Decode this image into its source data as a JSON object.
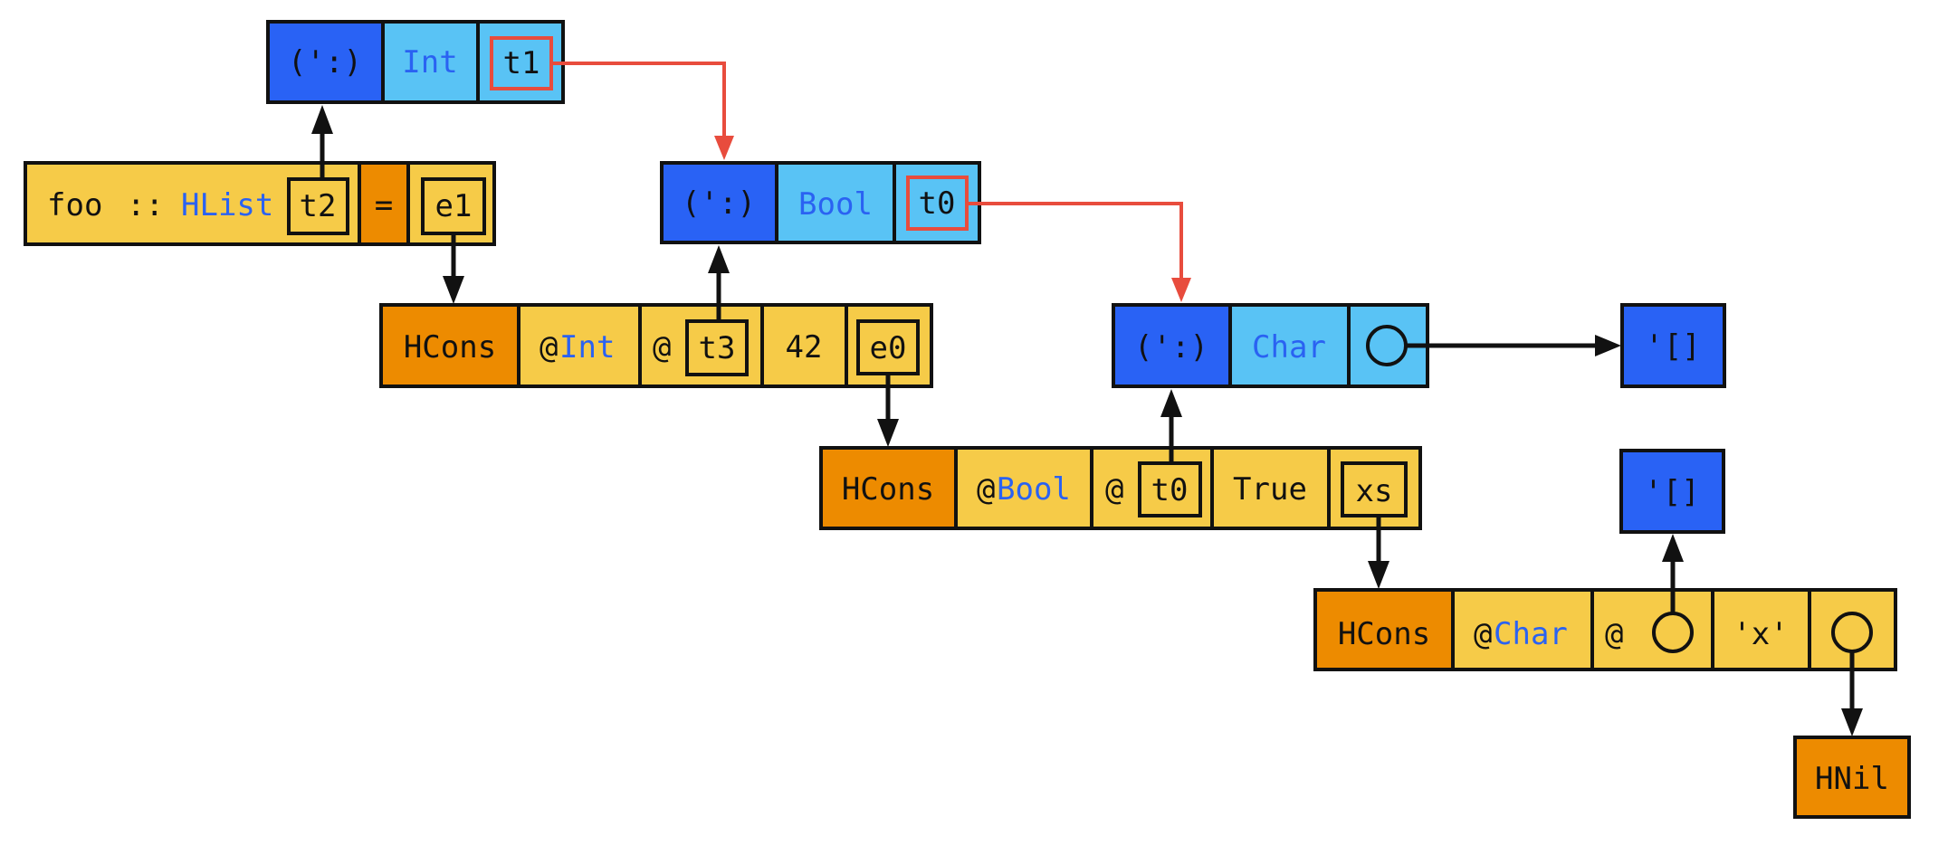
{
  "colors": {
    "constructor_blue": "#2962f5",
    "type_light_blue": "#59c3f5",
    "value_yellow": "#f6cb48",
    "hcons_orange": "#ed8b00",
    "type_name_blue": "#2a62f2",
    "type_var_link_red": "#e84c3d",
    "border_black": "#111111"
  },
  "nodes": {
    "top_cons": {
      "ctor": "(':)",
      "type": "Int",
      "var": "t1"
    },
    "foo_decl": {
      "name": "foo",
      "sep": "::",
      "type": "HList",
      "var": "t2",
      "eq": "=",
      "expr": "e1"
    },
    "bool_cons": {
      "ctor": "(':)",
      "type": "Bool",
      "var": "t0"
    },
    "hcons1": {
      "ctor": "HCons",
      "at_type_prefix": "@",
      "at_type": "Int",
      "at_var_prefix": "@",
      "at_var": "t3",
      "value": "42",
      "tail": "e0"
    },
    "char_cons": {
      "ctor": "(':)",
      "type": "Char"
    },
    "nil1": {
      "label": "'[]"
    },
    "hcons2": {
      "ctor": "HCons",
      "at_type_prefix": "@",
      "at_type": "Bool",
      "at_var_prefix": "@",
      "at_var": "t0",
      "value": "True",
      "tail": "xs"
    },
    "nil2": {
      "label": "'[]"
    },
    "hcons3": {
      "ctor": "HCons",
      "at_type_prefix": "@",
      "at_type": "Char",
      "at_var_prefix": "@",
      "value": "'x'"
    },
    "hnil": {
      "label": "HNil"
    }
  }
}
